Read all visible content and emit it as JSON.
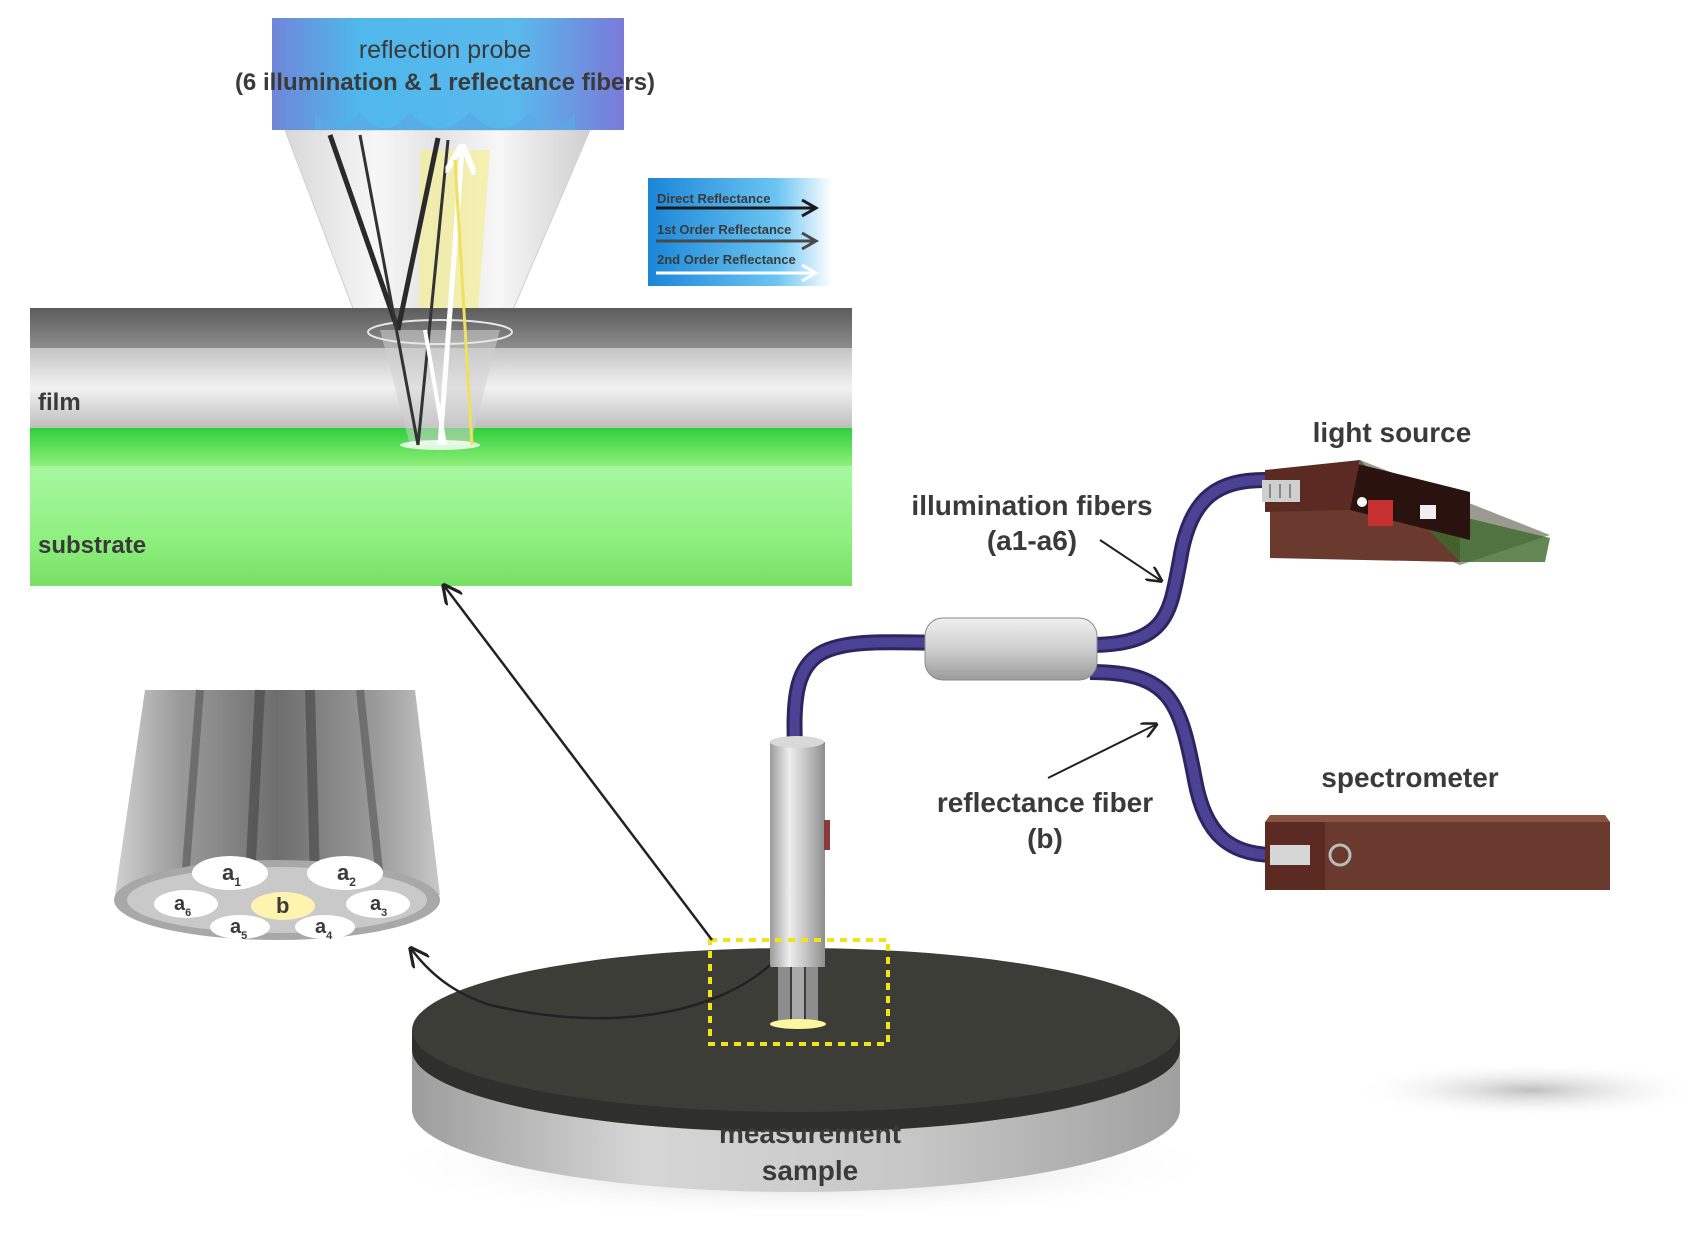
{
  "probe": {
    "title_line1": "reflection probe",
    "title_line2": "(6 illumination & 1 reflectance fibers)"
  },
  "legend": {
    "items": [
      "Direct Reflectance",
      "1st Order Reflectance",
      "2nd Order Reflectance"
    ]
  },
  "layers": {
    "film": "film",
    "substrate": "substrate"
  },
  "fiber_bundle": {
    "cores": [
      {
        "base": "a",
        "sub": "1"
      },
      {
        "base": "a",
        "sub": "2"
      },
      {
        "base": "a",
        "sub": "6"
      },
      {
        "base": "b",
        "sub": ""
      },
      {
        "base": "a",
        "sub": "3"
      },
      {
        "base": "a",
        "sub": "5"
      },
      {
        "base": "a",
        "sub": "4"
      }
    ]
  },
  "labels": {
    "light_source": "light source",
    "illumination_line1": "illumination fibers",
    "illumination_line2": "(a1-a6)",
    "spectrometer": "spectrometer",
    "reflectance_line1": "reflectance fiber",
    "reflectance_line2": "(b)",
    "sample_line1": "measurement",
    "sample_line2": "sample"
  },
  "colors": {
    "probe_blue": "#4aa3e0",
    "film_gray": "#8a8a8a",
    "substrate_green": "#7ee06a",
    "fiber_purple": "#4a4088",
    "box_brown": "#6b3a2e",
    "highlight_yellow": "#f2e21a"
  }
}
